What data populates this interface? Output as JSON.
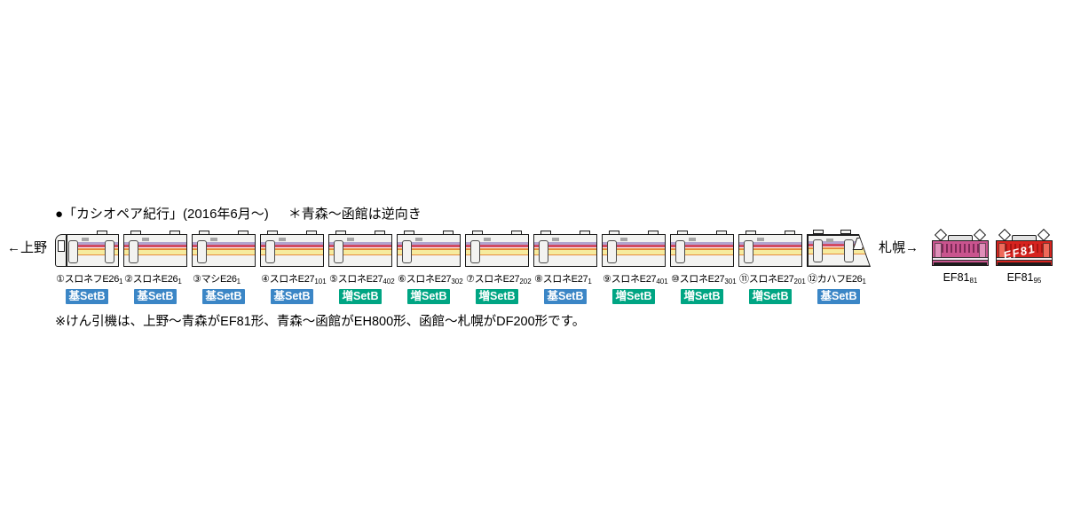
{
  "title": {
    "main": "●「カシオペア紀行」(2016年6月〜)",
    "note": "＊青森〜函館は逆向き"
  },
  "directions": {
    "left": "←上野",
    "right": "札幌→"
  },
  "cars": [
    {
      "no": "①",
      "name": "スロネフE26",
      "sub": "1",
      "badge": "基SetB"
    },
    {
      "no": "②",
      "name": "スロネE26",
      "sub": "1",
      "badge": "基SetB"
    },
    {
      "no": "③",
      "name": "マシE26",
      "sub": "1",
      "badge": "基SetB"
    },
    {
      "no": "④",
      "name": "スロネE27",
      "sub": "101",
      "badge": "基SetB"
    },
    {
      "no": "⑤",
      "name": "スロネE27",
      "sub": "402",
      "badge": "増SetB"
    },
    {
      "no": "⑥",
      "name": "スロネE27",
      "sub": "302",
      "badge": "増SetB"
    },
    {
      "no": "⑦",
      "name": "スロネE27",
      "sub": "202",
      "badge": "増SetB"
    },
    {
      "no": "⑧",
      "name": "スロネE27",
      "sub": "1",
      "badge": "基SetB"
    },
    {
      "no": "⑨",
      "name": "スロネE27",
      "sub": "401",
      "badge": "増SetB"
    },
    {
      "no": "⑩",
      "name": "スロネE27",
      "sub": "301",
      "badge": "増SetB"
    },
    {
      "no": "⑪",
      "name": "スロネE27",
      "sub": "201",
      "badge": "増SetB"
    },
    {
      "no": "⑫",
      "name": "カハフE26",
      "sub": "1",
      "badge": "基SetB"
    }
  ],
  "locomotives": [
    {
      "name": "EF81",
      "sub": "81",
      "livery": "rose-pink",
      "side_text": ""
    },
    {
      "name": "EF81",
      "sub": "95",
      "livery": "red",
      "side_text": "EF81"
    }
  ],
  "footnote": "※けん引機は、上野〜青森がEF81形、青森〜函館がEH800形、函館〜札幌がDF200形です。",
  "colors": {
    "badge_base": "#3b86c6",
    "badge_extra": "#00a583",
    "stripe_lavender": "#b2a4cf",
    "stripe_red": "#d24a63",
    "stripe_orange": "#e78a3c",
    "stripe_yellow": "#f6eb9e",
    "loco_pink": "#c9548e",
    "loco_red": "#d6231f"
  }
}
